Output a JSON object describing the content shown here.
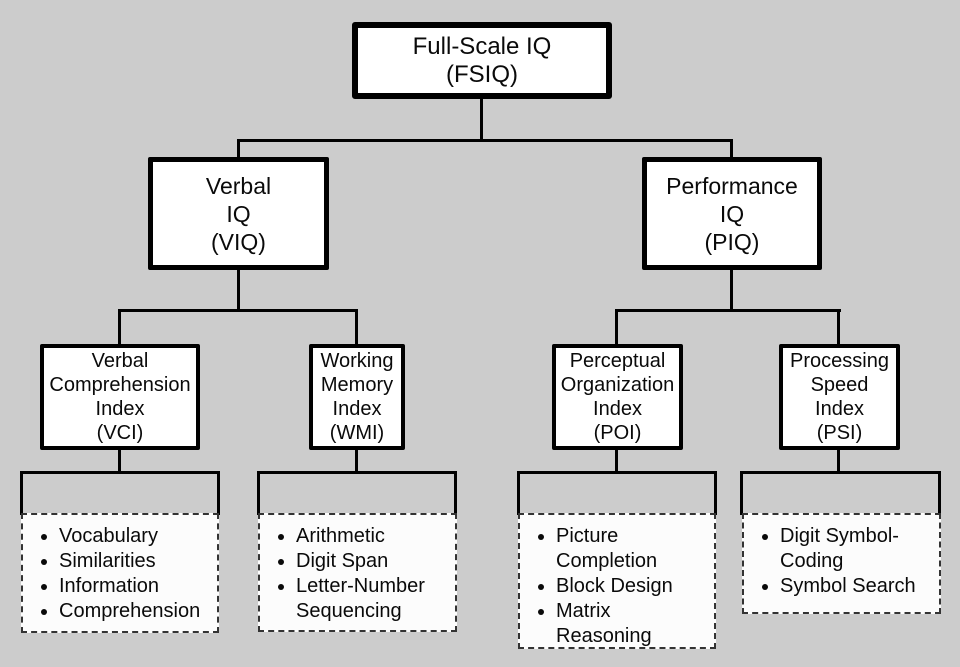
{
  "colors": {
    "background": "#cccccc",
    "line": "#000000",
    "node_fill": "#ffffff",
    "subtest_fill": "#fcfcfc",
    "dashed_border": "#333333"
  },
  "nodes": {
    "fsiq": {
      "label": "Full-Scale IQ\n(FSIQ)"
    },
    "viq": {
      "label": "Verbal\nIQ\n(VIQ)"
    },
    "piq": {
      "label": "Performance\nIQ\n(PIQ)"
    },
    "vci": {
      "label": "Verbal\nComprehension\nIndex\n(VCI)",
      "subtests": [
        "Vocabulary",
        "Similarities",
        "Information",
        "Comprehension"
      ]
    },
    "wmi": {
      "label": "Working\nMemory\nIndex\n(WMI)",
      "subtests": [
        "Arithmetic",
        "Digit Span",
        "Letter-Number Sequencing"
      ]
    },
    "poi": {
      "label": "Perceptual\nOrganization\nIndex\n(POI)",
      "subtests": [
        "Picture Completion",
        "Block Design",
        "Matrix Reasoning"
      ]
    },
    "psi": {
      "label": "Processing\nSpeed\nIndex\n(PSI)",
      "subtests": [
        "Digit Symbol-Coding",
        "Symbol Search"
      ]
    }
  }
}
